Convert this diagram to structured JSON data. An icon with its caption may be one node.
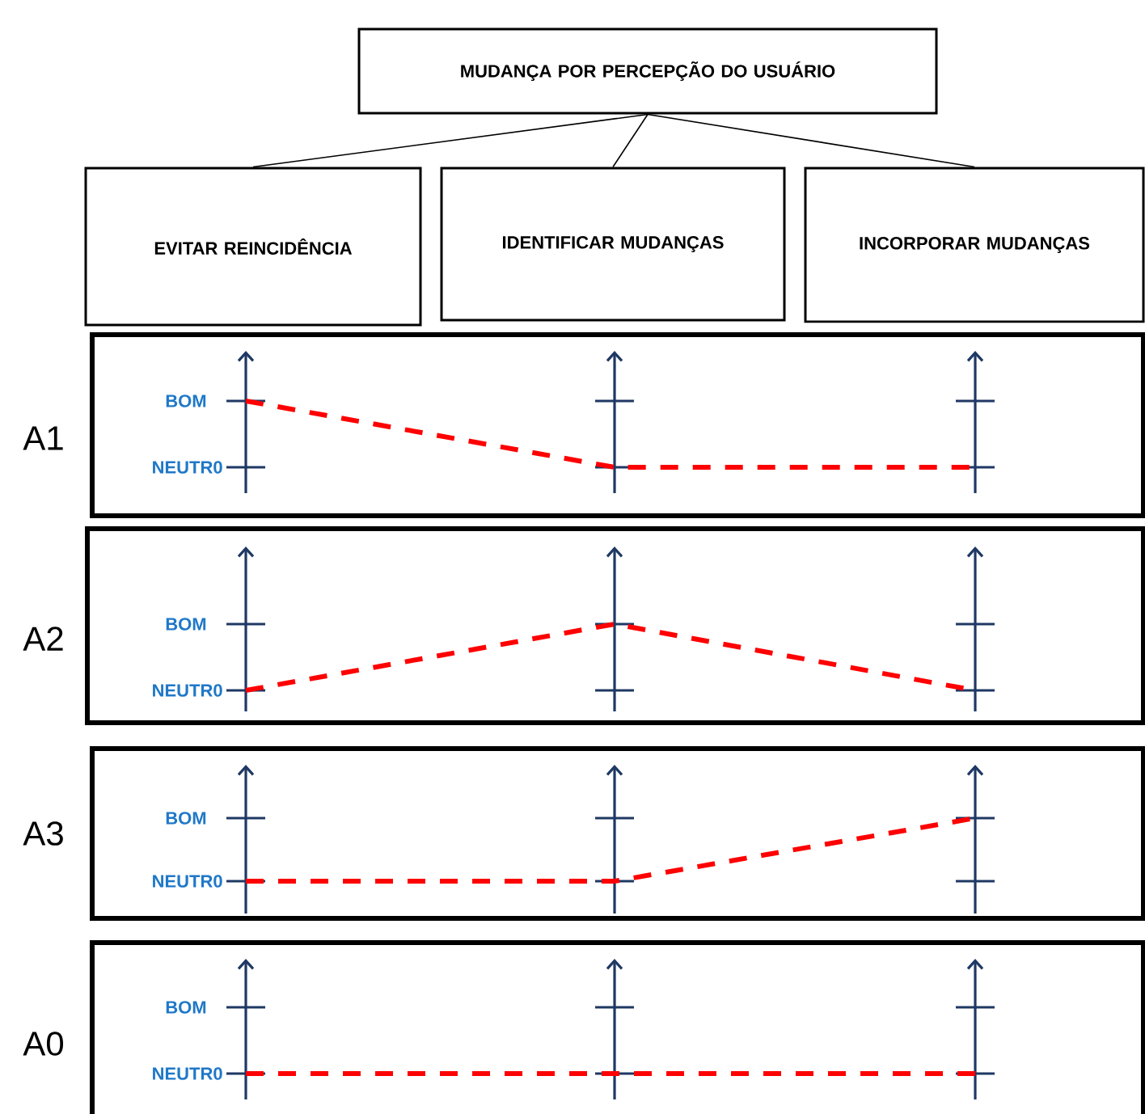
{
  "diagram": {
    "nodes": [
      {
        "text": [
          "MUDANÇA POR PERCEPÇÃO DO USUÁRIO"
        ]
      },
      {
        "text": [
          "EVITAR REINCIDÊNCIA"
        ]
      },
      {
        "text": [
          "IDENTIFICAR MUDANÇAS"
        ]
      },
      {
        "text": [
          "INCORPORAR MUDANÇAS"
        ]
      },
      {
        "text": [
          "BOM",
          "NEUTR0"
        ],
        "beside": [
          "A1"
        ]
      },
      {
        "text": [
          "BOM",
          "NEUTR0"
        ],
        "beside": [
          "A2"
        ]
      },
      {
        "text": [
          "BOM",
          "NEUTR0"
        ],
        "beside": [
          "A3"
        ]
      },
      {
        "text": [
          "BOM",
          "NEUTR0"
        ],
        "beside": [
          "A0"
        ]
      }
    ],
    "edges": [
      {
        "from": 0,
        "to": 1,
        "arrow": "none"
      },
      {
        "from": 0,
        "to": 2,
        "arrow": "none"
      },
      {
        "from": 0,
        "to": 3,
        "arrow": "none"
      }
    ]
  }
}
